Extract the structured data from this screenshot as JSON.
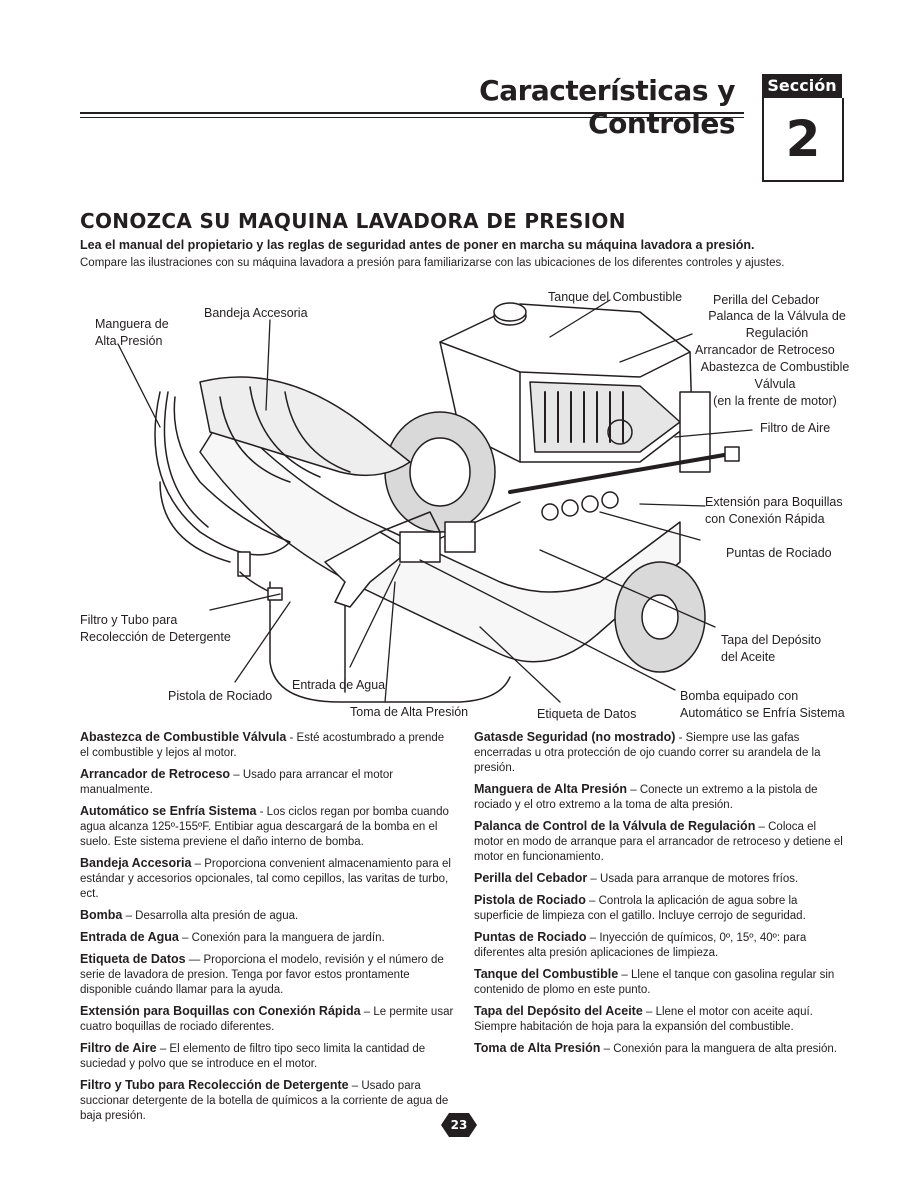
{
  "header": {
    "title": "Características y Controles",
    "section_label": "Sección",
    "section_number": "2"
  },
  "heading": "CONOZCA SU MAQUINA LAVADORA DE PRESION",
  "intro": {
    "bold": "Lea el manual del propietario y las reglas de seguridad antes de poner en marcha su máquina lavadora a presión.",
    "normal": "Compare las ilustraciones con su máquina lavadora a presión para familiarizarse con las ubicaciones de los diferentes controles y ajustes."
  },
  "callouts": {
    "manguera": "Manguera de\nAlta Presión",
    "bandeja": "Bandeja Accesoria",
    "tanque": "Tanque del Combustible",
    "perilla": "Perilla del Cebador",
    "palanca": "Palanca de la Válvula de\nRegulación",
    "arrancador": "Arrancador de Retroceso",
    "abastezca": "Abastezca de Combustible\nVálvula\n(en la frente de motor)",
    "filtro_aire": "Filtro de Aire",
    "extension": "Extensión para Boquillas\ncon Conexión Rápida",
    "puntas": "Puntas de Rociado",
    "filtro_tubo": "Filtro y Tubo para\nRecolección de Detergente",
    "tapa": "Tapa del Depósito\ndel Aceite",
    "entrada": "Entrada de Agua",
    "pistola": "Pistola de Rociado",
    "toma": "Toma de Alta Presión",
    "etiqueta": "Etiqueta de Datos",
    "bomba": "Bomba equipado con\nAutomático se Enfría Sistema"
  },
  "left_column": [
    {
      "term": "Abastezca de Combustible Válvula",
      "text": " - Esté acostumbrado a prende el combustible y lejos al motor."
    },
    {
      "term": "Arrancador de Retroceso",
      "text": " – Usado para arrancar el motor manualmente."
    },
    {
      "term": "Automático se Enfría Sistema",
      "text": " - Los ciclos regan por bomba cuando agua alcanza 125º-155ºF. Entibiar agua descargará de la bomba en el suelo. Este sistema previene el daño interno de bomba."
    },
    {
      "term": "Bandeja Accesoria",
      "text": " – Proporciona convenient almacenamiento para el estándar y accesorios opcionales, tal como cepillos, las varitas de turbo, ect."
    },
    {
      "term": "Bomba",
      "text": " – Desarrolla alta presión de agua."
    },
    {
      "term": "Entrada de Agua",
      "text": " – Conexión para la manguera de jardín."
    },
    {
      "term": "Etiqueta de Datos",
      "text": " — Proporciona el modelo, revisión y el número de serie de lavadora de presion. Tenga por favor estos prontamente disponible cuándo llamar para la ayuda."
    },
    {
      "term": "Extensión para Boquillas con Conexión Rápida",
      "text": " – Le permite usar cuatro boquillas de rociado diferentes."
    },
    {
      "term": "Filtro de Aire",
      "text": " – El elemento de filtro tipo seco limita la cantidad de suciedad y polvo que se introduce en el motor."
    },
    {
      "term": "Filtro y Tubo para Recolección de Detergente",
      "text": " – Usado para succionar detergente de la botella de químicos a la corriente de agua de baja presión."
    }
  ],
  "right_column": [
    {
      "term": "Gatasde Seguridad (no mostrado)",
      "text": " - Siempre use las gafas encerradas u otra protección de ojo cuando correr su arandela de la presión."
    },
    {
      "term": "Manguera de Alta Presión",
      "text": " – Conecte un extremo a la pistola de rociado y el otro extremo a la toma de alta presión."
    },
    {
      "term": "Palanca de Control de la Válvula de Regulación",
      "text": " – Coloca el motor en modo de arranque para el arrancador de retroceso y detiene el motor en funcionamiento."
    },
    {
      "term": "Perilla del Cebador",
      "text": " – Usada para arranque de motores fríos."
    },
    {
      "term": "Pistola de Rociado",
      "text": " – Controla la aplicación de agua sobre la superficie de limpieza con el gatillo. Incluye cerrojo de seguridad."
    },
    {
      "term": "Puntas de Rociado",
      "text": " – Inyección de químicos, 0º, 15º, 40º: para diferentes alta presión aplicaciones de limpieza."
    },
    {
      "term": "Tanque del Combustible",
      "text": " – Llene el tanque con gasolina regular sin contenido de plomo en este punto."
    },
    {
      "term": "Tapa del Depósito del Aceite",
      "text": " – Llene el motor con aceite aquí. Siempre habitación de hoja para la expansión del combustible."
    },
    {
      "term": "Toma de Alta Presión",
      "text": " – Conexión para la manguera de alta presión."
    }
  ],
  "page_number": "23"
}
